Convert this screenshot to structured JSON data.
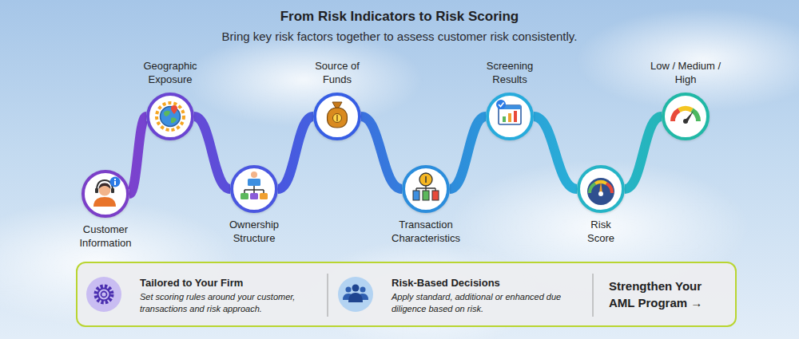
{
  "diagram": {
    "title": "From Risk Indicators to Risk Scoring",
    "nodes": [
      {
        "text": [
          "Customer Information"
        ]
      },
      {
        "text": [
          "Geographic Exposure"
        ]
      },
      {
        "text": [
          "Ownership Structure"
        ]
      },
      {
        "text": [
          "Source of Funds"
        ]
      },
      {
        "text": [
          "Transaction Characteristics"
        ]
      },
      {
        "text": [
          "Screening Results"
        ]
      },
      {
        "text": [
          "Risk Score"
        ]
      },
      {
        "text": [
          "Low / Medium / High"
        ]
      },
      {
        "text": [
          "Tailored to Your Firm",
          "Set scoring rules around your customer, transactions and risk approach.",
          "Risk-Based Decisions",
          "Apply standard, additional or enhanced due diligence based on risk.",
          "Strengthen Your AML Program →"
        ]
      }
    ],
    "edges": [
      {
        "from": 0,
        "to": 1,
        "arrow": "none"
      },
      {
        "from": 1,
        "to": 2,
        "arrow": "none"
      },
      {
        "from": 2,
        "to": 3,
        "arrow": "none"
      },
      {
        "from": 3,
        "to": 4,
        "arrow": "none"
      },
      {
        "from": 4,
        "to": 5,
        "arrow": "none"
      },
      {
        "from": 5,
        "to": 6,
        "arrow": "none"
      },
      {
        "from": 6,
        "to": 7,
        "arrow": "none"
      }
    ],
    "labels": [
      "Bring key risk factors together to assess customer risk consistently."
    ]
  }
}
